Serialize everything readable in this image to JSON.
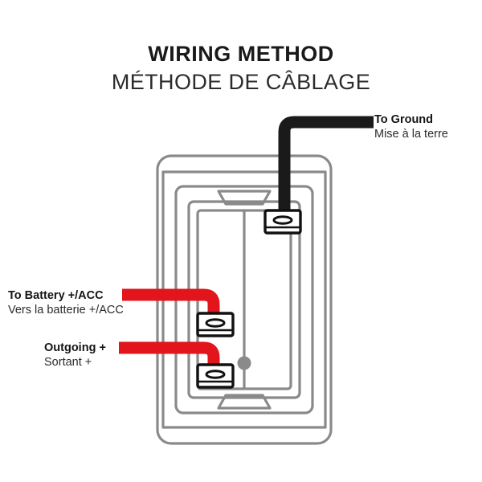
{
  "title": {
    "english": "WIRING METHOD",
    "french": "MÉTHODE DE CÂBLAGE"
  },
  "callouts": [
    {
      "id": "ground",
      "label_en": "To Ground",
      "label_fr": "Mise à la terre",
      "wire_color": "#1a1a1a",
      "wire_name": "ground-wire"
    },
    {
      "id": "battery",
      "label_en": "To Battery +/ACC",
      "label_fr": "Vers la batterie +/ACC",
      "wire_color": "#e2141c",
      "wire_name": "battery-wire"
    },
    {
      "id": "outgoing",
      "label_en": "Outgoing +",
      "label_fr": "Sortant +",
      "wire_color": "#e2141c",
      "wire_name": "outgoing-wire"
    }
  ],
  "switch": {
    "name": "rocker-switch-body",
    "outline_color": "#8a8a8a",
    "terminal_outline_color": "#111111",
    "terminals": [
      {
        "name": "terminal-ground",
        "slot": "oval-slot"
      },
      {
        "name": "terminal-battery",
        "slot": "oval-slot"
      },
      {
        "name": "terminal-outgoing",
        "slot": "oval-slot"
      }
    ],
    "pivot": {
      "name": "pivot-dot",
      "color": "#8a8a8a"
    }
  },
  "colors": {
    "red": "#e2141c",
    "black": "#1a1a1a",
    "gray": "#8a8a8a",
    "background": "#ffffff"
  }
}
